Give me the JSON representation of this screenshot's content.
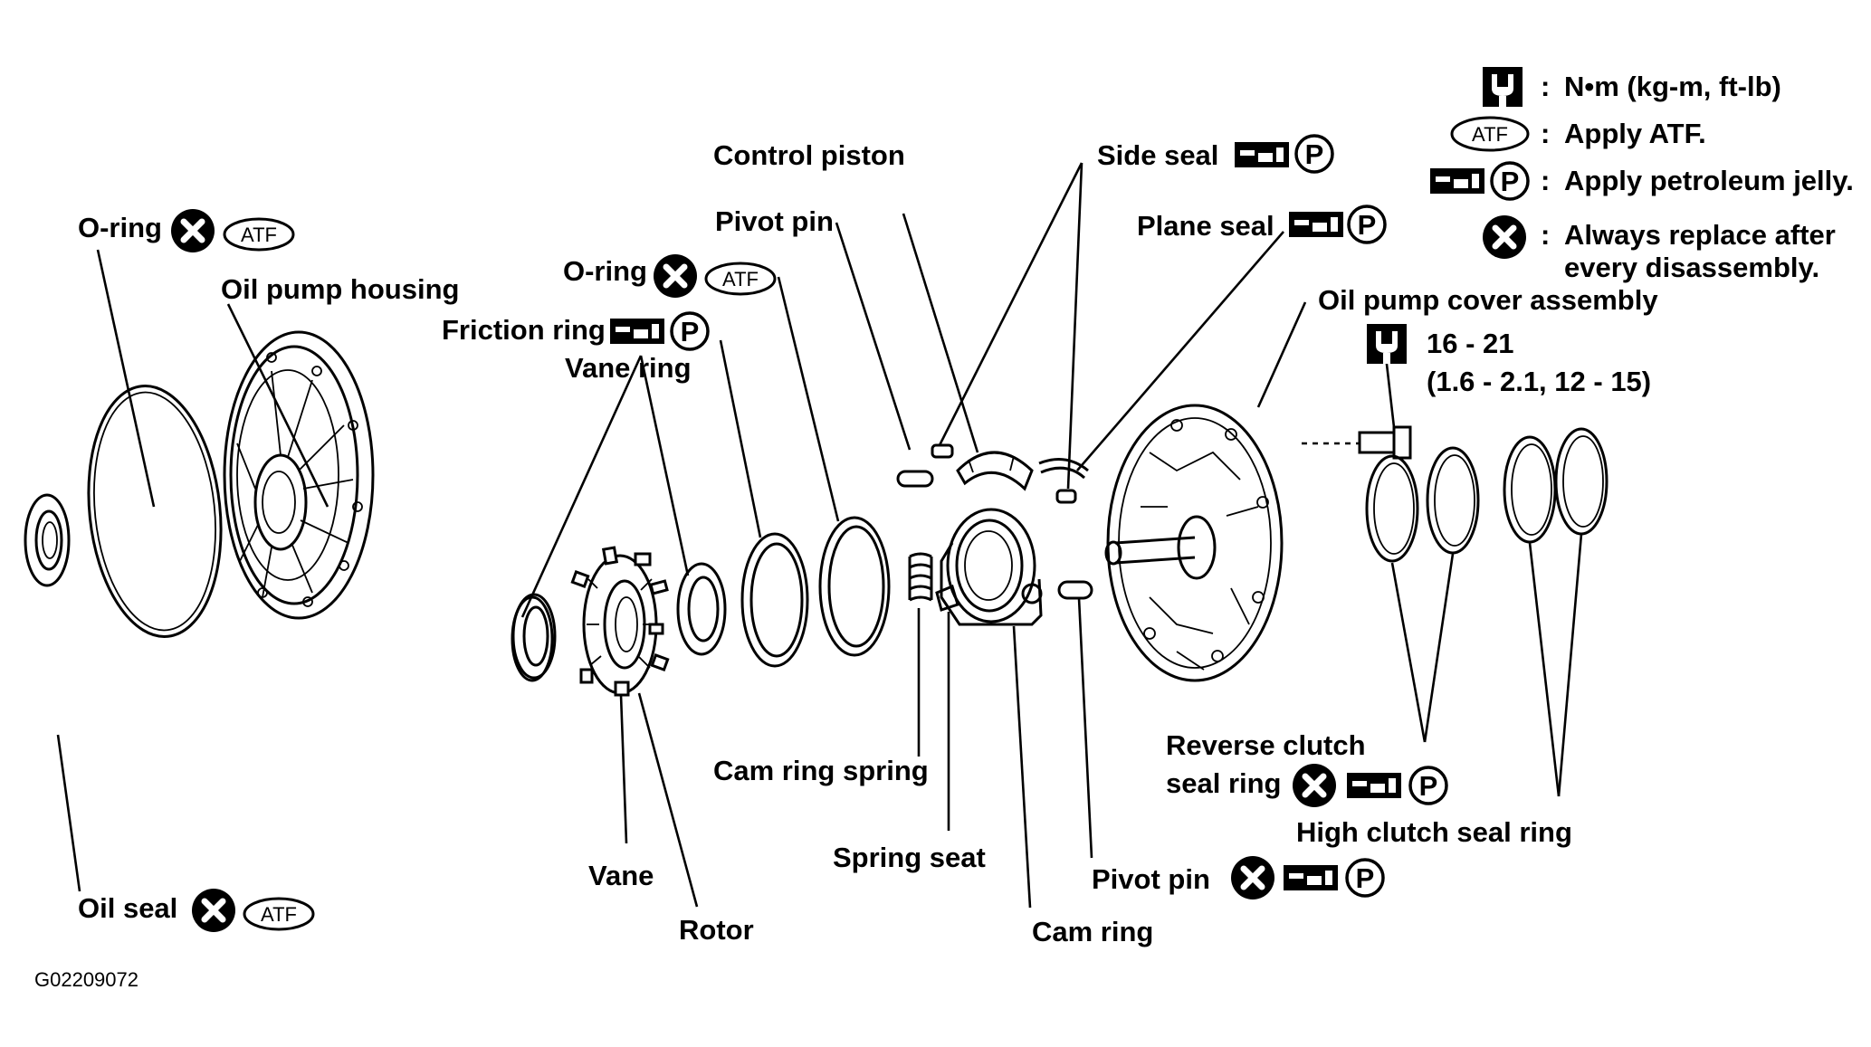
{
  "legend": {
    "torque": "N•m (kg-m, ft-lb)",
    "atf": "Apply ATF.",
    "jelly": "Apply petroleum jelly.",
    "replace_1": "Always replace after",
    "replace_2": "every disassembly.",
    "separator": ":"
  },
  "labels": {
    "o_ring_left": "O-ring",
    "oil_pump_housing": "Oil pump housing",
    "o_ring_mid": "O-ring",
    "friction_ring": "Friction ring",
    "vane_ring": "Vane ring",
    "control_piston": "Control piston",
    "pivot_pin_top": "Pivot pin",
    "side_seal": "Side seal",
    "plane_seal": "Plane seal",
    "oil_pump_cover_assembly": "Oil pump cover assembly",
    "torque_value_1": "16 - 21",
    "torque_value_2": "(1.6 - 2.1, 12 - 15)",
    "cam_ring_spring": "Cam ring spring",
    "spring_seat": "Spring seat",
    "vane": "Vane",
    "rotor": "Rotor",
    "oil_seal": "Oil seal",
    "pivot_pin_bottom": "Pivot pin",
    "cam_ring": "Cam ring",
    "reverse_clutch_1": "Reverse clutch",
    "reverse_clutch_2": "seal ring",
    "high_clutch_seal_ring": "High clutch seal ring"
  },
  "badges": {
    "atf": "ATF",
    "p": "P"
  },
  "figure_code": "G02209072"
}
